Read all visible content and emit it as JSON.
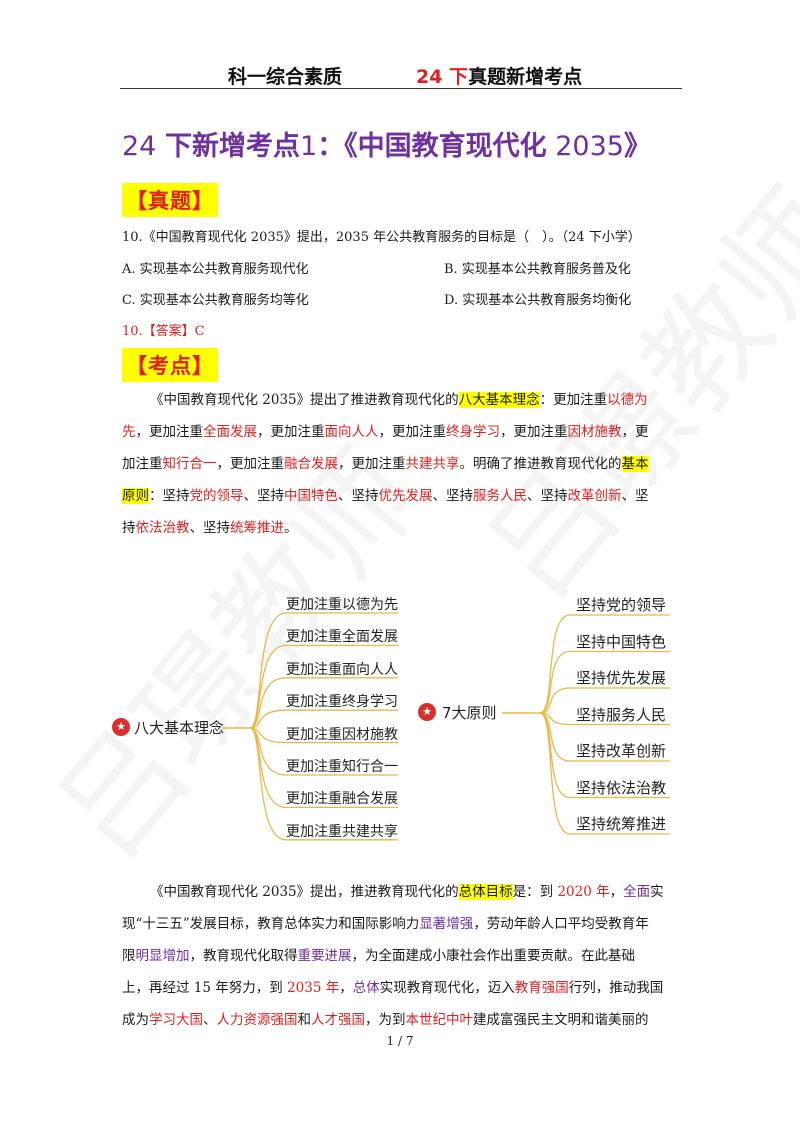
{
  "header": {
    "subject": "科一综合素质",
    "highlight": "24 下",
    "rest": "真题新增考点"
  },
  "title": {
    "prefix": "24 ",
    "part1": "下新增考点",
    "num": "1",
    "part2": "：《中国教育现代化",
    "year": " 2035",
    "suffix": "》"
  },
  "tags": {
    "question": "【真题】",
    "point": "【考点】"
  },
  "question": {
    "stem": "10.《中国教育现代化 2035》提出，2035 年公共教育服务的目标是（　）。（24 下小学）",
    "options": [
      "A. 实现基本公共教育服务现代化",
      "B. 实现基本公共教育服务普及化",
      "C. 实现基本公共教育服务均等化",
      "D. 实现基本公共教育服务均衡化"
    ],
    "answer": "10.【答案】C"
  },
  "para1": {
    "r1": [
      "《中国教育现代化 2035》提出了推进教育现代化的",
      "八大基本理念",
      "：更加注重",
      "以德为"
    ],
    "r2": [
      "先",
      "，更加注重",
      "全面发展",
      "，更加注重",
      "面向人人",
      "，更加注重",
      "终身学习",
      "，更加注重",
      "因材施教",
      "，更"
    ],
    "r3": [
      "加注重",
      "知行合一",
      "，更加注重",
      "融合发展",
      "，更加注重",
      "共建共享",
      "。明确了推进教育现代化的",
      "基本"
    ],
    "r4": [
      "原则",
      "：坚持",
      "党的领导",
      "、坚持",
      "中国特色",
      "、坚持",
      "优先发展",
      "、坚持",
      "服务人民",
      "、坚持",
      "改革创新",
      "、坚"
    ],
    "r5": [
      "持",
      "依法治教",
      "、坚持",
      "统筹推进",
      "。"
    ]
  },
  "mindmap": {
    "left_root": "八大基本理念",
    "left_items": [
      "更加注重以德为先",
      "更加注重全面发展",
      "更加注重面向人人",
      "更加注重终身学习",
      "更加注重因材施教",
      "更加注重知行合一",
      "更加注重融合发展",
      "更加注重共建共享"
    ],
    "right_root": "7大原则",
    "right_items": [
      "坚持党的领导",
      "坚持中国特色",
      "坚持优先发展",
      "坚持服务人民",
      "坚持改革创新",
      "坚持依法治教",
      "坚持统筹推进"
    ],
    "badge": "★"
  },
  "para2": {
    "r1": [
      "《中国教育现代化 2035》提出，推进教育现代化的",
      "总体目标",
      "是：到 ",
      "2020 年",
      "，",
      "全面",
      "实"
    ],
    "r2": [
      "现“十三五”发展目标，教育总体实力和国际影响力",
      "显著增强",
      "，劳动年龄人口平均受教育年"
    ],
    "r3": [
      "限",
      "明显增加",
      "，教育现代化取得",
      "重要进展",
      "，为全面建成小康社会作出重要贡献。在此基础"
    ],
    "r4": [
      "上，再经过 15 年努力，到 ",
      "2035 年",
      "，",
      "总体",
      "实现教育现代化，迈入",
      "教育强国",
      "行列，推动我国"
    ],
    "r5": [
      "成为",
      "学习大国",
      "、",
      "人力资源强国",
      "和",
      "人才强国",
      "，为到",
      "本世纪中叶",
      "建成富强民主文明和谐美丽的"
    ]
  },
  "footer": {
    "page": "1 / 7"
  },
  "watermark": {
    "text": "吕璟教师"
  },
  "colors": {
    "red": "#e02020",
    "purple": "#7030a0",
    "highlight": "#ffff00",
    "branch": "#e8b84a"
  }
}
